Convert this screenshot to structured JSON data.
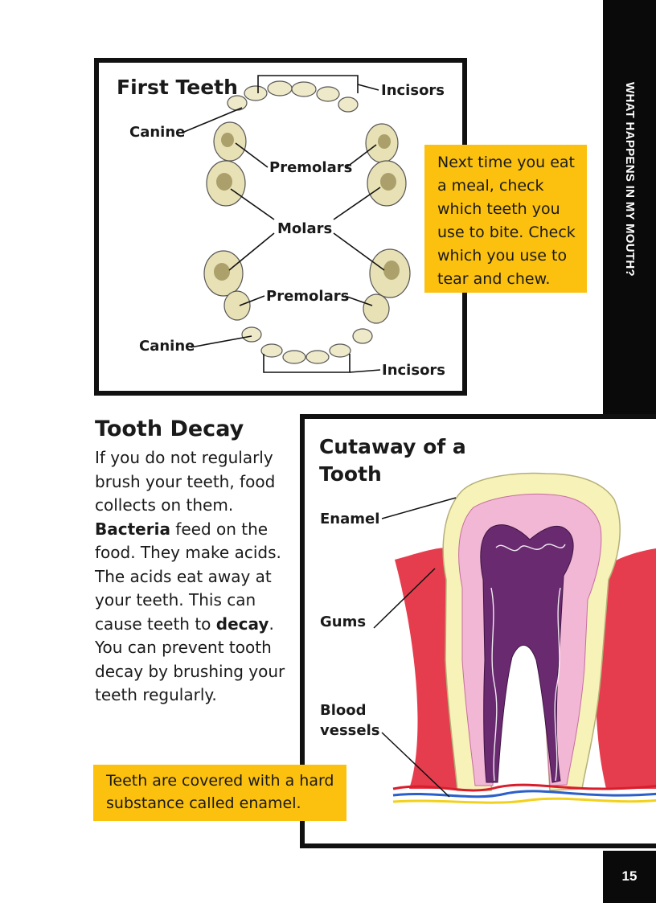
{
  "side_tab": {
    "text": "WHAT HAPPENS IN MY MOUTH?"
  },
  "page_number": "15",
  "first_teeth": {
    "title": "First Teeth",
    "labels": {
      "incisors_top": "Incisors",
      "canine_top": "Canine",
      "premolars_top": "Premolars",
      "molars": "Molars",
      "premolars_bottom": "Premolars",
      "canine_bottom": "Canine",
      "incisors_bottom": "Incisors"
    }
  },
  "tip_meal": {
    "text": "Next time you eat a meal, check which teeth you use to bite. Check which you use to tear and chew."
  },
  "tooth_decay": {
    "heading": "Tooth Decay",
    "p1": "If you do not regularly brush your teeth, food collects on them.",
    "bacteria": "Bacteria",
    "p2": "feed on the food. They make acids. The acids eat away at your teeth. This can cause teeth to",
    "decay": "decay",
    "p3": ". You can prevent tooth decay by brushing your teeth regularly."
  },
  "cutaway": {
    "title": "Cutaway of a Tooth",
    "labels": {
      "enamel": "Enamel",
      "gums": "Gums",
      "blood": "Blood",
      "vessels": "vessels"
    }
  },
  "tip_enamel": {
    "text": "Teeth are covered with a hard substance called enamel."
  }
}
